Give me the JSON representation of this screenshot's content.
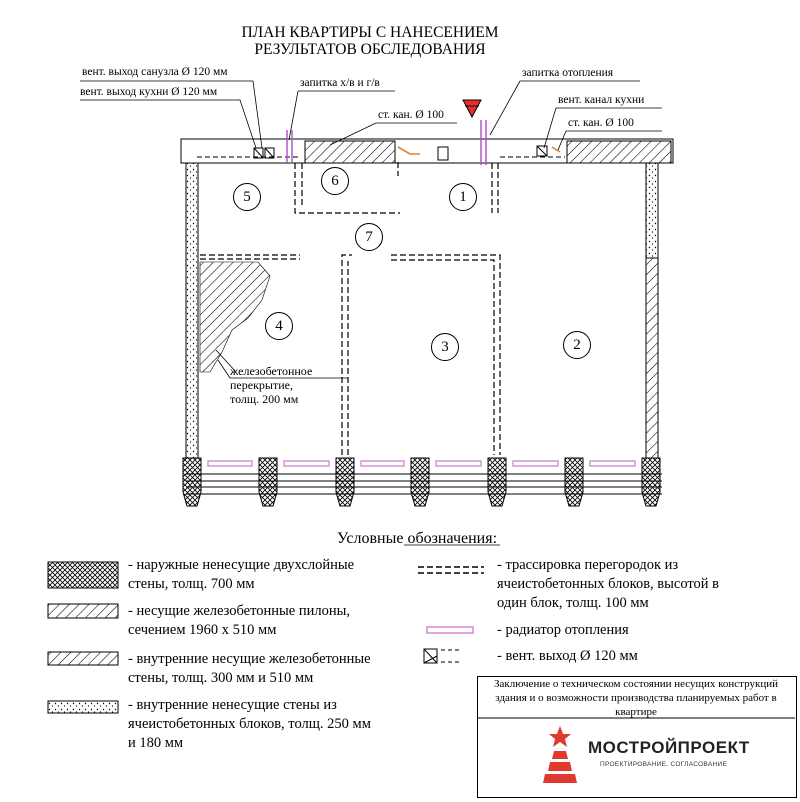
{
  "title": {
    "line1": "ПЛАН КВАРТИРЫ С НАНЕСЕНИЕМ",
    "line2": "РЕЗУЛЬТАТОВ ОБСЛЕДОВАНИЯ"
  },
  "annotations": {
    "vent_bath": "вент. выход санузла Ø 120 мм",
    "vent_kitchen_exit": "вент. выход кухни Ø 120 мм",
    "water_gas_supply": "запитка х/в и г/в",
    "sewer_left": "ст. кан. Ø 100",
    "heating_supply": "запитка отопления",
    "vent_kitchen_channel": "вент. канал кухни",
    "sewer_right": "ст. кан. Ø 100",
    "slab_line1": "железобетонное",
    "slab_line2": "перекрытие,",
    "slab_line3": "толщ. 200 мм"
  },
  "rooms": [
    "1",
    "2",
    "3",
    "4",
    "5",
    "6",
    "7"
  ],
  "legend": {
    "heading": "Условные обозначения:",
    "items": [
      {
        "line1": "- наружные ненесущие двухслойные",
        "line2": "стены, толщ. 700 мм"
      },
      {
        "line1": "- несущие железобетонные пилоны,",
        "line2": "сечением 1960 х 510 мм"
      },
      {
        "line1": "- внутренние несущие железобетонные",
        "line2": "стены, толщ. 300 мм и 510 мм"
      },
      {
        "line1": "- внутренние ненесущие стены из",
        "line2": "ячеистобетонных блоков, толщ. 250 мм",
        "line3": "и 180 мм"
      },
      {
        "line1": "- трассировка перегородок из",
        "line2": "ячеистобетонных блоков, высотой в",
        "line3": "один блок, толщ. 100 мм"
      },
      {
        "line1": "- радиатор отопления"
      },
      {
        "line1": "- вент. выход Ø 120 мм"
      }
    ]
  },
  "stamp": {
    "text": "Заключение о техническом состоянии несущих конструкций здания и о возможности производства планируемых работ в квартире",
    "company": "МОСТРОЙПРОЕКТ",
    "tagline": "ПРОЕКТИРОВАНИЕ. СОГЛАСОВАНИЕ"
  },
  "colors": {
    "radiator": "#d38ad6",
    "riser": "#b04bc9",
    "sewer": "#e08030",
    "logo": "#e03a2f",
    "marker": "#e03030"
  }
}
